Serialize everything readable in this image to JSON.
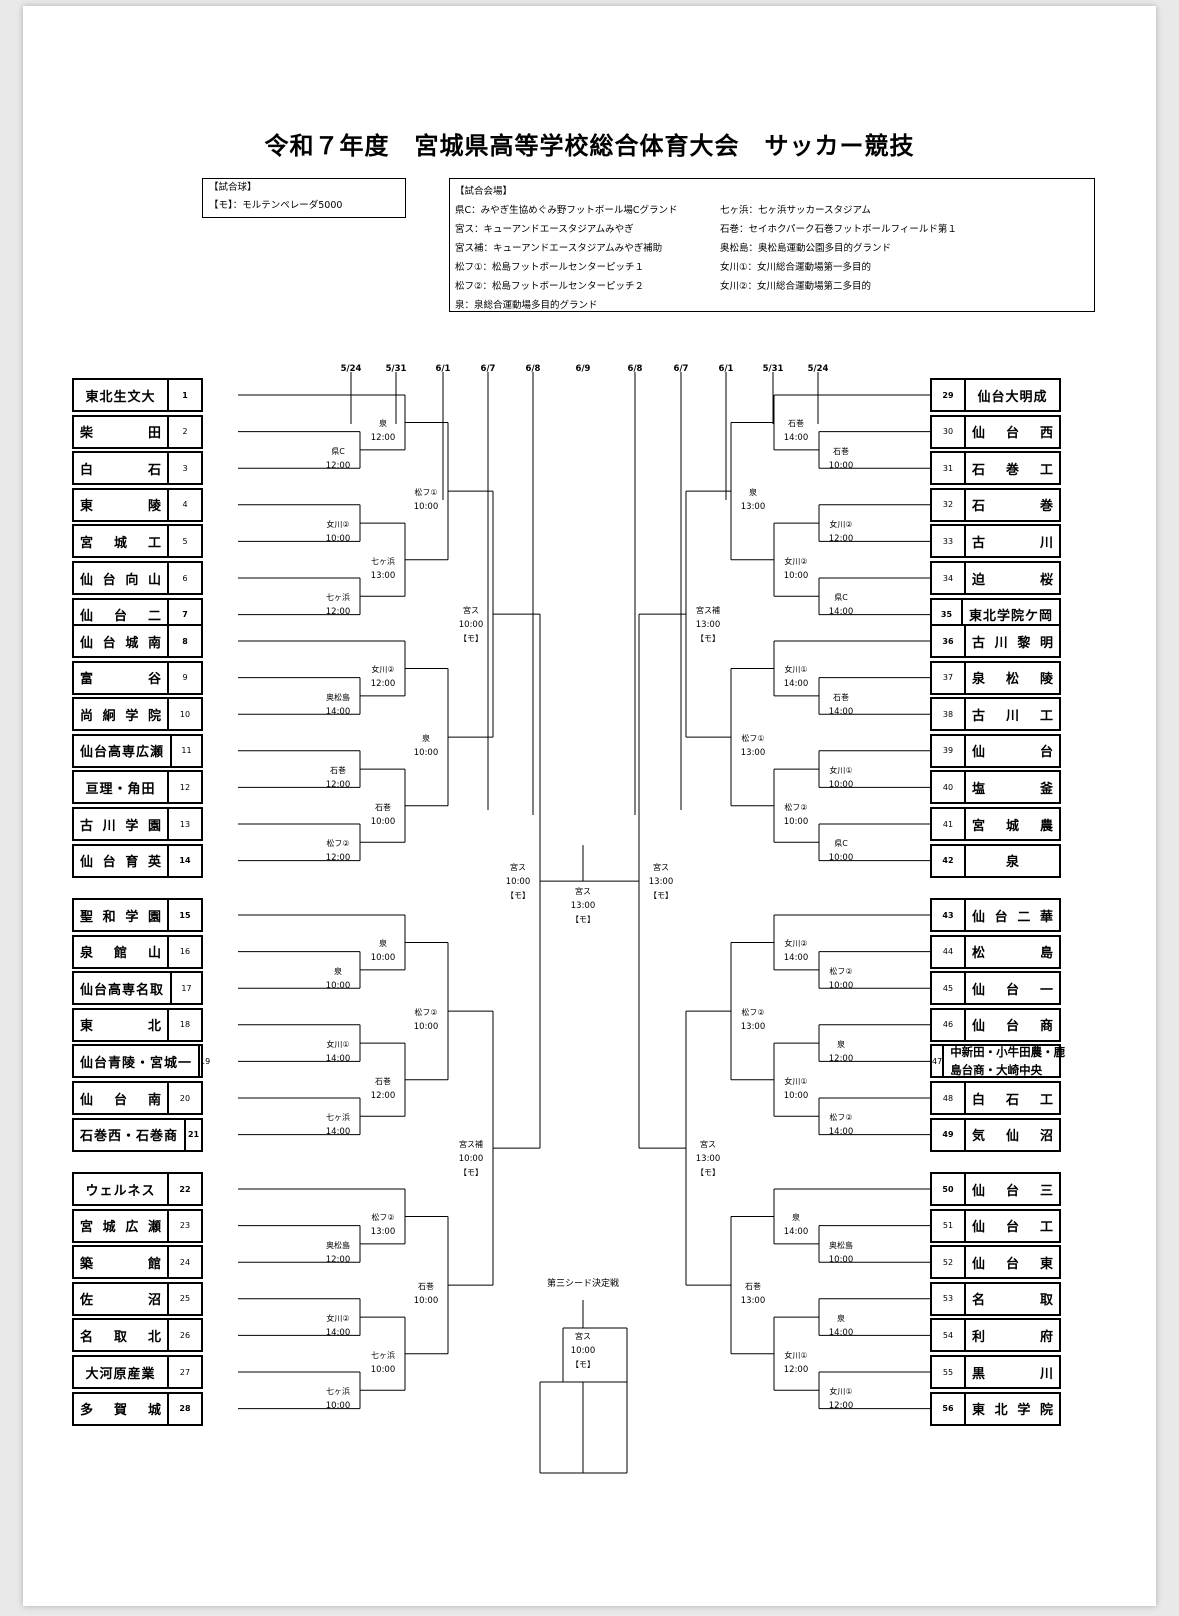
{
  "title": "令和７年度　宮城県高等学校総合体育大会　サッカー競技",
  "ball_box": {
    "heading": "【試合球】",
    "line": "【モ】：モルテンペレーダ5000"
  },
  "venue_box": {
    "heading": "【試合会場】",
    "left": [
      "県C：みやぎ生協めぐみ野フットボール場Cグランド",
      "宮ス：キューアンドエースタジアムみやぎ",
      "宮ス補：キューアンドエースタジアムみやぎ補助",
      "松フ①：松島フットボールセンターピッチ１",
      "松フ②：松島フットボールセンターピッチ２",
      "泉：泉総合運動場多目的グランド"
    ],
    "right": [
      "七ヶ浜：七ヶ浜サッカースタジアム",
      "石巻：セイホクパーク石巻フットボールフィールド第１",
      "奥松島：奥松島運動公園多目的グランド",
      "女川①：女川総合運動場第一多目的",
      "女川②：女川総合運動場第二多目的"
    ]
  },
  "dates_left": [
    "5/24",
    "5/31",
    "6/1",
    "6/7",
    "6/8"
  ],
  "date_final": "6/9",
  "dates_right": [
    "6/8",
    "6/7",
    "6/1",
    "5/31",
    "5/24"
  ],
  "teams_left": [
    {
      "n": "1",
      "name": "東北生文大",
      "seed": true
    },
    {
      "n": "2",
      "name": "柴田"
    },
    {
      "n": "3",
      "name": "白石"
    },
    {
      "n": "4",
      "name": "東陵"
    },
    {
      "n": "5",
      "name": "宮城工"
    },
    {
      "n": "6",
      "name": "仙台向山"
    },
    {
      "n": "7",
      "name": "仙台二",
      "seed": true
    },
    {
      "n": "8",
      "name": "仙台城南",
      "seed": true
    },
    {
      "n": "9",
      "name": "富谷"
    },
    {
      "n": "10",
      "name": "尚絅学院"
    },
    {
      "n": "11",
      "name": "仙台高専広瀬"
    },
    {
      "n": "12",
      "name": "亘理・角田"
    },
    {
      "n": "13",
      "name": "古川学園"
    },
    {
      "n": "14",
      "name": "仙台育英",
      "seed": true
    },
    {
      "n": "15",
      "name": "聖和学園",
      "seed": true
    },
    {
      "n": "16",
      "name": "泉館山"
    },
    {
      "n": "17",
      "name": "仙台高専名取"
    },
    {
      "n": "18",
      "name": "東北"
    },
    {
      "n": "19",
      "name": "仙台青陵・宮城一"
    },
    {
      "n": "20",
      "name": "仙台南"
    },
    {
      "n": "21",
      "name": "石巻西・石巻商",
      "seed": true
    },
    {
      "n": "22",
      "name": "ウェルネス",
      "seed": true
    },
    {
      "n": "23",
      "name": "宮城広瀬"
    },
    {
      "n": "24",
      "name": "築館"
    },
    {
      "n": "25",
      "name": "佐沼"
    },
    {
      "n": "26",
      "name": "名取北"
    },
    {
      "n": "27",
      "name": "大河原産業"
    },
    {
      "n": "28",
      "name": "多賀城",
      "seed": true
    }
  ],
  "teams_right": [
    {
      "n": "29",
      "name": "仙台大明成",
      "seed": true
    },
    {
      "n": "30",
      "name": "仙台西"
    },
    {
      "n": "31",
      "name": "石巻工"
    },
    {
      "n": "32",
      "name": "石巻"
    },
    {
      "n": "33",
      "name": "古川"
    },
    {
      "n": "34",
      "name": "迫桜"
    },
    {
      "n": "35",
      "name": "東北学院ケ岡",
      "seed": true
    },
    {
      "n": "36",
      "name": "古川黎明",
      "seed": true
    },
    {
      "n": "37",
      "name": "泉松陵"
    },
    {
      "n": "38",
      "name": "古川工"
    },
    {
      "n": "39",
      "name": "仙台"
    },
    {
      "n": "40",
      "name": "塩釜"
    },
    {
      "n": "41",
      "name": "宮城農"
    },
    {
      "n": "42",
      "name": "泉",
      "seed": true
    },
    {
      "n": "43",
      "name": "仙台二華",
      "seed": true
    },
    {
      "n": "44",
      "name": "松島"
    },
    {
      "n": "45",
      "name": "仙台一"
    },
    {
      "n": "46",
      "name": "仙台商"
    },
    {
      "n": "47",
      "name": "中新田・小牛田農・鹿島台商・大崎中央"
    },
    {
      "n": "48",
      "name": "白石工"
    },
    {
      "n": "49",
      "name": "気仙沼",
      "seed": true
    },
    {
      "n": "50",
      "name": "仙台三",
      "seed": true
    },
    {
      "n": "51",
      "name": "仙台工"
    },
    {
      "n": "52",
      "name": "仙台東"
    },
    {
      "n": "53",
      "name": "名取"
    },
    {
      "n": "54",
      "name": "利府"
    },
    {
      "n": "55",
      "name": "黒川"
    },
    {
      "n": "56",
      "name": "東北学院",
      "seed": true
    }
  ],
  "matches": {
    "L_r1": [
      {
        "v": "県C",
        "t": "12:00"
      },
      {
        "v": "女川②",
        "t": "10:00"
      },
      {
        "v": "七ヶ浜",
        "t": "12:00"
      },
      {
        "v": "奥松島",
        "t": "14:00"
      },
      {
        "v": "石巻",
        "t": "12:00"
      },
      {
        "v": "松フ②",
        "t": "12:00"
      },
      {
        "v": "泉",
        "t": "10:00"
      },
      {
        "v": "女川①",
        "t": "14:00"
      },
      {
        "v": "七ヶ浜",
        "t": "14:00"
      },
      {
        "v": "奥松島",
        "t": "12:00"
      },
      {
        "v": "女川②",
        "t": "14:00"
      },
      {
        "v": "七ヶ浜",
        "t": "10:00"
      }
    ],
    "L_r2": [
      {
        "v": "泉",
        "t": "12:00"
      },
      {
        "v": "七ヶ浜",
        "t": "13:00"
      },
      {
        "v": "女川②",
        "t": "12:00"
      },
      {
        "v": "石巻",
        "t": "10:00"
      },
      {
        "v": "泉",
        "t": "10:00"
      },
      {
        "v": "石巻",
        "t": "12:00"
      },
      {
        "v": "松フ②",
        "t": "13:00"
      },
      {
        "v": "七ヶ浜",
        "t": "10:00"
      }
    ],
    "L_r3": [
      {
        "v": "松フ①",
        "t": "10:00"
      },
      {
        "v": "泉",
        "t": "10:00"
      },
      {
        "v": "松フ②",
        "t": "10:00"
      },
      {
        "v": "石巻",
        "t": "10:00"
      }
    ],
    "L_r4": [
      {
        "v": "宮ス",
        "t": "10:00",
        "b": "【モ】"
      },
      {
        "v": "宮ス補",
        "t": "10:00",
        "b": "【モ】"
      }
    ],
    "L_r5": {
      "v": "宮ス",
      "t": "10:00",
      "b": "【モ】"
    },
    "final": {
      "v": "宮ス",
      "t": "13:00",
      "b": "【モ】"
    },
    "R_r5": {
      "v": "宮ス",
      "t": "13:00",
      "b": "【モ】"
    },
    "R_r4": [
      {
        "v": "宮ス補",
        "t": "13:00",
        "b": "【モ】"
      },
      {
        "v": "宮ス",
        "t": "13:00",
        "b": "【モ】"
      }
    ],
    "R_r3": [
      {
        "v": "泉",
        "t": "13:00"
      },
      {
        "v": "松フ①",
        "t": "13:00"
      },
      {
        "v": "松フ②",
        "t": "13:00"
      },
      {
        "v": "石巻",
        "t": "13:00"
      }
    ],
    "R_r2": [
      {
        "v": "石巻",
        "t": "14:00"
      },
      {
        "v": "女川②",
        "t": "10:00"
      },
      {
        "v": "女川①",
        "t": "14:00"
      },
      {
        "v": "松フ②",
        "t": "10:00"
      },
      {
        "v": "女川②",
        "t": "14:00"
      },
      {
        "v": "女川①",
        "t": "10:00"
      },
      {
        "v": "泉",
        "t": "14:00"
      },
      {
        "v": "女川①",
        "t": "12:00"
      }
    ],
    "R_r1": [
      {
        "v": "石巻",
        "t": "10:00"
      },
      {
        "v": "女川②",
        "t": "12:00"
      },
      {
        "v": "県C",
        "t": "14:00"
      },
      {
        "v": "石巻",
        "t": "14:00"
      },
      {
        "v": "女川①",
        "t": "10:00"
      },
      {
        "v": "県C",
        "t": "10:00"
      },
      {
        "v": "松フ②",
        "t": "10:00"
      },
      {
        "v": "泉",
        "t": "12:00"
      },
      {
        "v": "松フ②",
        "t": "14:00"
      },
      {
        "v": "奥松島",
        "t": "10:00"
      },
      {
        "v": "泉",
        "t": "14:00"
      },
      {
        "v": "女川①",
        "t": "12:00"
      }
    ],
    "third": {
      "label": "第三シード決定戦",
      "v": "宮ス",
      "t": "10:00",
      "b": "【モ】"
    }
  }
}
